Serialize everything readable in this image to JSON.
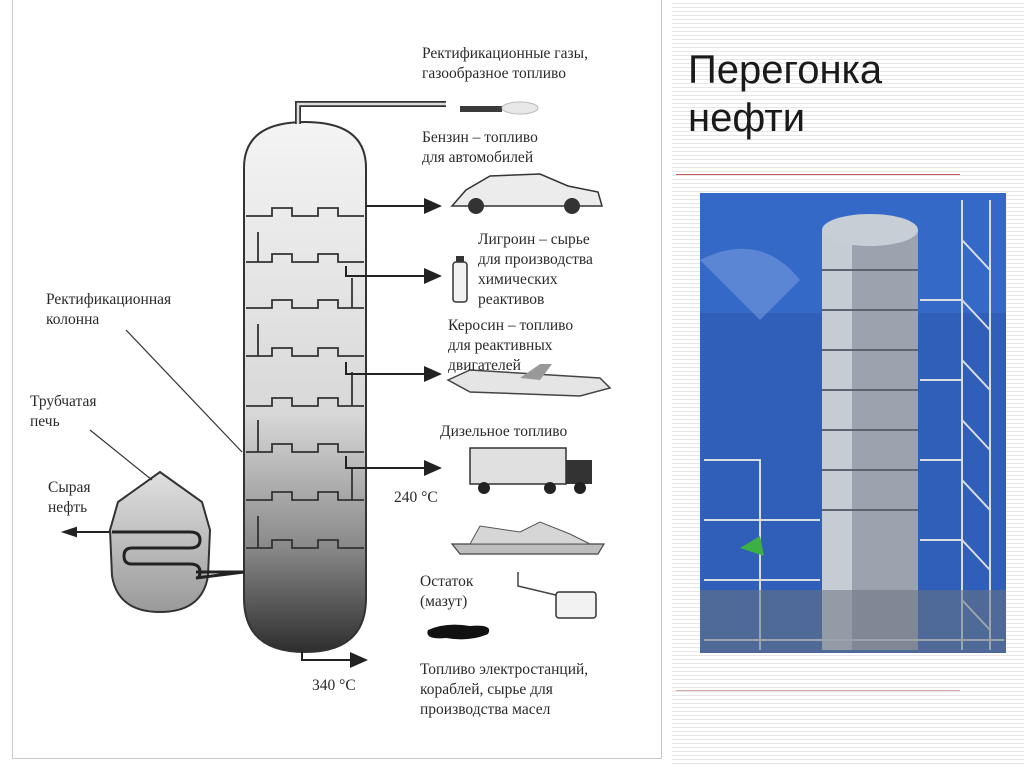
{
  "slide": {
    "title": "Перегонка\nнефти"
  },
  "diagram": {
    "column_label": "Ректификационная\nколонна",
    "furnace_label": "Трубчатая\nпечь",
    "crude_label": "Сырая\nнефть",
    "temp_mid": "240 °C",
    "temp_bottom": "340 °C",
    "fractions": [
      {
        "name": "Ректификационные газы,\nгазообразное топливо",
        "icon": "gas-flame-icon"
      },
      {
        "name": "Бензин – топливо\nдля автомобилей",
        "icon": "car-icon"
      },
      {
        "name": "Лигроин – сырье\nдля производства\nхимических\nреактивов",
        "icon": "canister-icon"
      },
      {
        "name": "Керосин – топливо\nдля реактивных\nдвигателей",
        "icon": "jet-plane-icon"
      },
      {
        "name": "Дизельное топливо",
        "icon": "truck-icon"
      },
      {
        "name": "Остаток\n(мазут)",
        "icon": "oil-can-icon"
      },
      {
        "name": "Топливо электростанций,\nкораблей, сырье для\nпроизводства масел",
        "icon": "ship-icon"
      }
    ]
  },
  "photo": {
    "subject": "distillation-column-photo",
    "sky_color": "#2f5fb8"
  }
}
